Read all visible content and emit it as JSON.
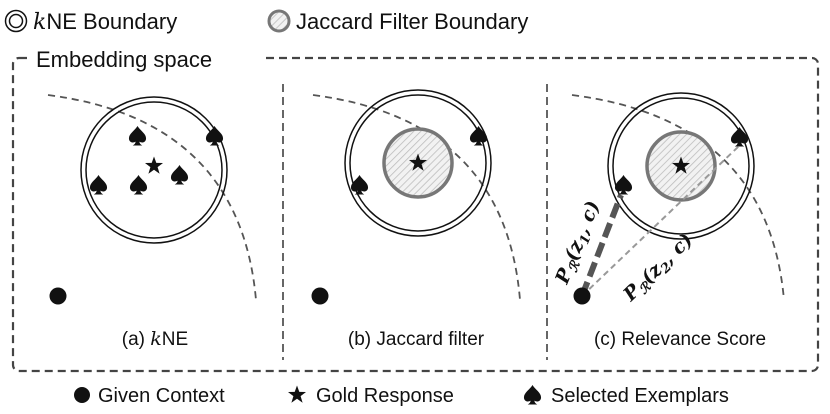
{
  "legend_top": {
    "knn_boundary": {
      "prefix": "k",
      "label": "NE Boundary"
    },
    "jaccard_boundary": {
      "label": "Jaccard Filter Boundary"
    }
  },
  "embedding_space_label": "Embedding space",
  "panels": [
    {
      "caption_prefix": "(a) ",
      "caption_k": "k",
      "caption_rest": "NE"
    },
    {
      "caption": "(b) Jaccard filter"
    },
    {
      "caption": "(c) Relevance Score"
    }
  ],
  "relevance": {
    "p1": {
      "P": "P",
      "sub": "ℛ",
      "args": "(z",
      "idx": "1",
      "tail": ", c)"
    },
    "p2": {
      "P": "P",
      "sub": "ℛ",
      "args": "(z",
      "idx": "2",
      "tail": ", c)"
    }
  },
  "legend_bottom": {
    "context": "Given Context",
    "gold": "Gold Response",
    "exemplars": "Selected Exemplars"
  },
  "colors": {
    "ink": "#111111",
    "filter_gray": "#777777",
    "dash_gray": "#555555",
    "hatch_gray": "#b5b5b5"
  }
}
